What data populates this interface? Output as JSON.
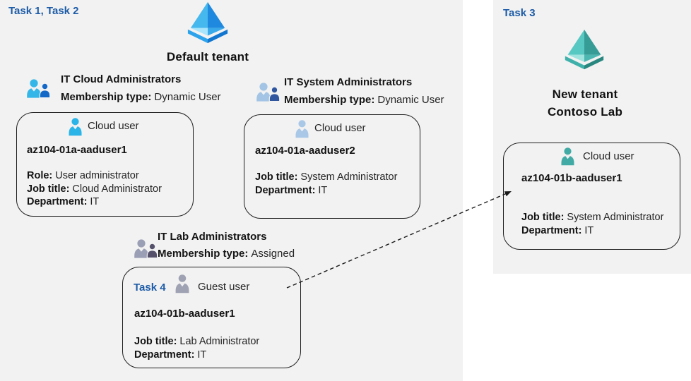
{
  "left_panel": {
    "task_label": "Task 1, Task 2",
    "tenant": {
      "name": "Default tenant",
      "icon": "azure-tenant-icon"
    },
    "groups": [
      {
        "icon": "group-users-icon",
        "title": "IT Cloud Administrators",
        "membership_label": "Membership type:",
        "membership_value": "Dynamic User"
      },
      {
        "icon": "group-users-icon",
        "title": "IT System Administrators",
        "membership_label": "Membership type:",
        "membership_value": "Dynamic User"
      },
      {
        "icon": "group-users-icon",
        "title": "IT Lab Administrators",
        "membership_label": "Membership type:",
        "membership_value": "Assigned"
      }
    ],
    "cards": [
      {
        "icon": "cloud-user-icon",
        "header": "Cloud user",
        "name": "az104-01a-aaduser1",
        "rows": [
          {
            "label": "Role:",
            "value": "User administrator"
          },
          {
            "label": "Job title:",
            "value": "Cloud Administrator"
          },
          {
            "label": "Department:",
            "value": "IT"
          }
        ]
      },
      {
        "icon": "cloud-user-icon",
        "header": "Cloud user",
        "name": "az104-01a-aaduser2",
        "rows": [
          {
            "label": "Job title:",
            "value": "System Administrator"
          },
          {
            "label": "Department:",
            "value": "IT"
          }
        ]
      },
      {
        "icon": "guest-user-icon",
        "task_label": "Task 4",
        "header": "Guest user",
        "name": "az104-01b-aaduser1",
        "rows": [
          {
            "label": "Job title:",
            "value": "Lab Administrator"
          },
          {
            "label": "Department:",
            "value": "IT"
          }
        ]
      }
    ]
  },
  "right_panel": {
    "task_label": "Task 3",
    "tenant": {
      "name_line1": "New tenant",
      "name_line2": "Contoso Lab",
      "icon": "azure-tenant-icon"
    },
    "card": {
      "icon": "cloud-user-icon",
      "header": "Cloud user",
      "name": "az104-01b-aaduser1",
      "rows": [
        {
          "label": "Job title:",
          "value": "System Administrator"
        },
        {
          "label": "Department:",
          "value": "IT"
        }
      ]
    }
  },
  "connector": {
    "style": "dashed-arrow",
    "from": "guest-user-card",
    "to": "new-tenant-cloud-user-card"
  },
  "colors": {
    "task_label_blue": "#1d5ca7",
    "panel_background": "#f2f2f2",
    "default_tenant_icon_blue": "#2aa3e8",
    "new_tenant_icon_teal": "#47b5af",
    "cloud_user_cyan": "#2ab4e8",
    "cloud_user_pale_blue": "#a9c7e7",
    "guest_user_gray": "#9fa2b3",
    "cloud_user_teal": "#42aaa4"
  }
}
